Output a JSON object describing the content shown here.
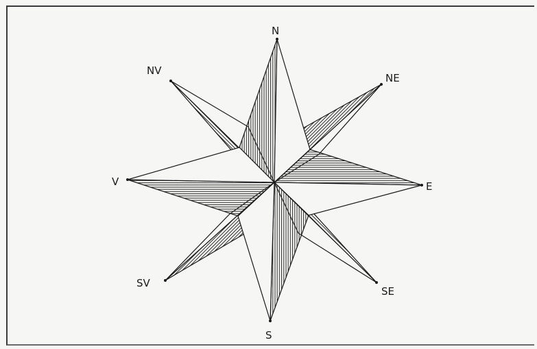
{
  "diagram": {
    "labels": {
      "n": "N",
      "ne": "NE",
      "e": "E",
      "se": "SE",
      "s": "S",
      "sv": "SV",
      "v": "V",
      "nv": "NV"
    }
  }
}
